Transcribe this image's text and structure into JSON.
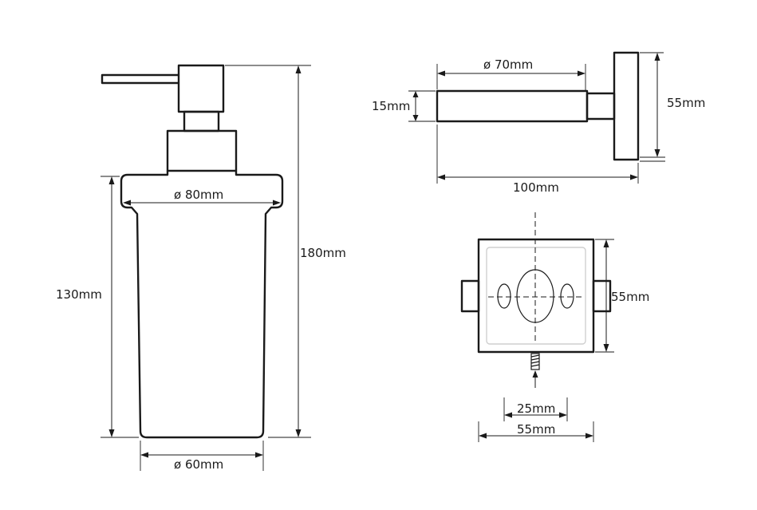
{
  "dimensions": {
    "dispenser_height": "180mm",
    "container_height": "130mm",
    "top_diameter": "ø 80mm",
    "bottom_diameter": "ø 60mm",
    "arm_diameter": "ø 70mm",
    "arm_thickness": "15mm",
    "plate_height_side": "55mm",
    "total_length": "100mm",
    "plate_height_front": "55mm",
    "hole_spacing": "25mm",
    "plate_width_front": "55mm"
  },
  "colors": {
    "line": "#1a1a1a",
    "background": "#ffffff",
    "inner_outline": "#cfcfcf"
  }
}
